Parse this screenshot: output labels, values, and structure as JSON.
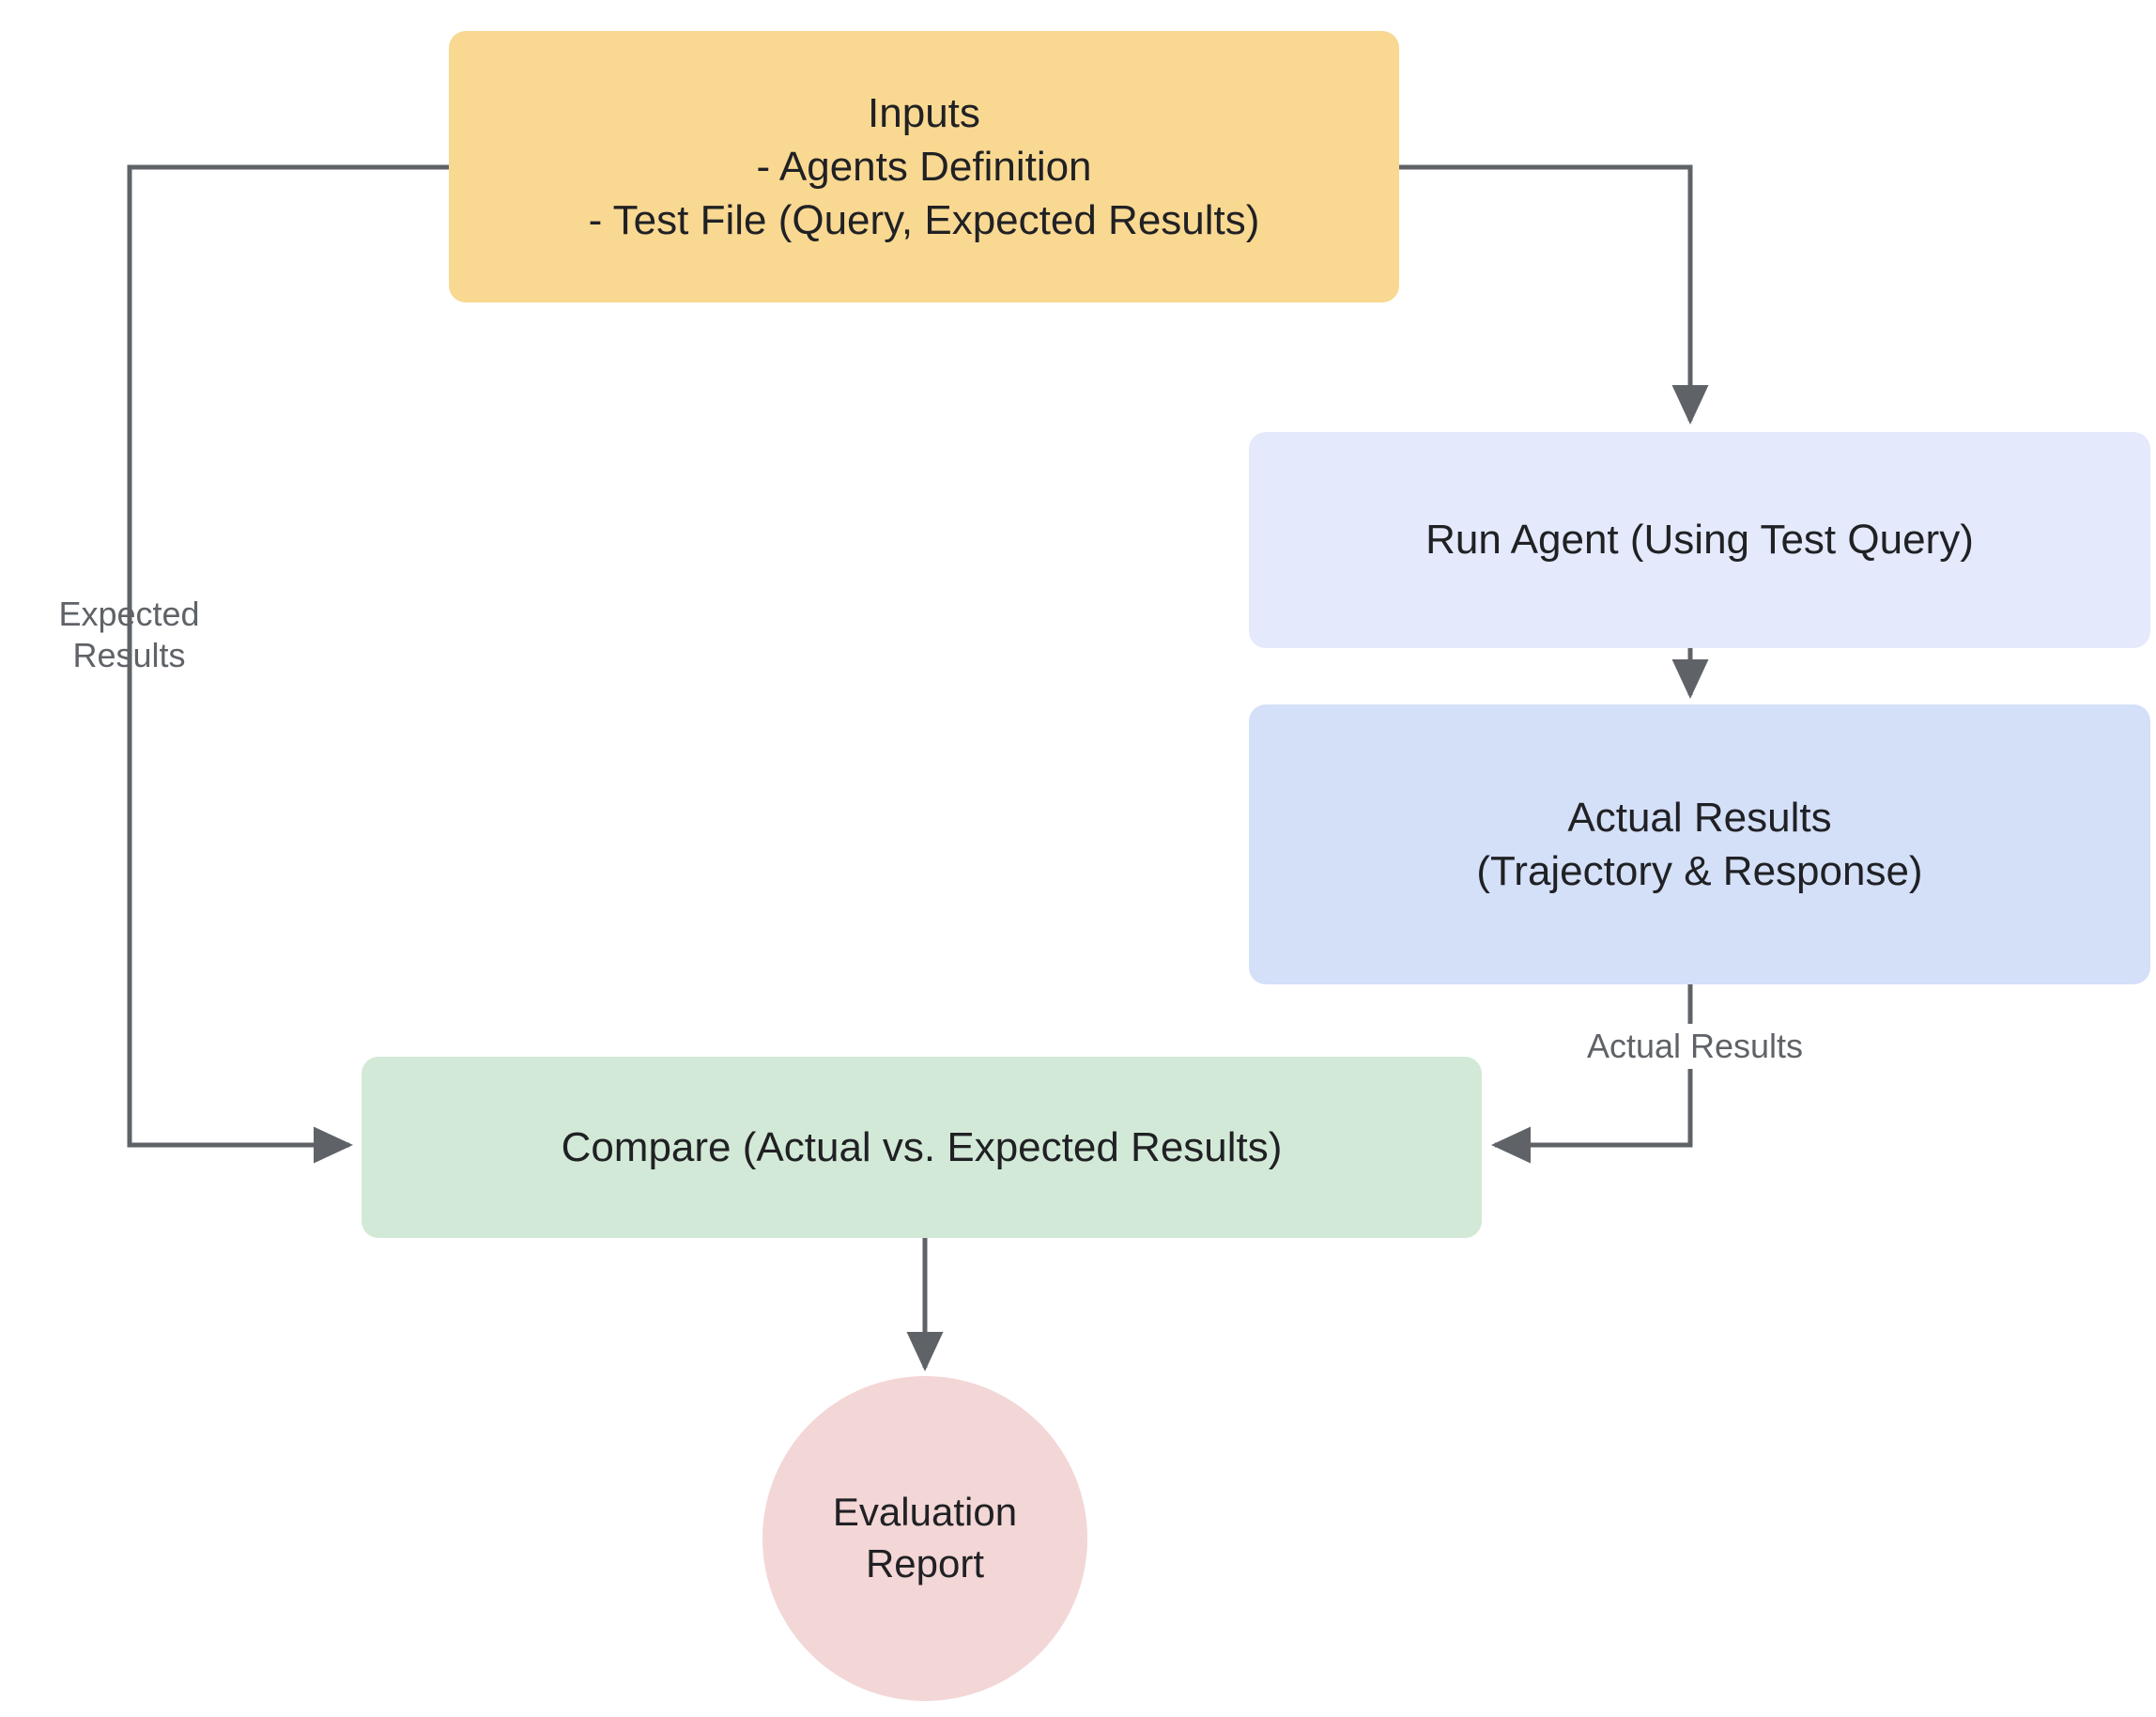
{
  "diagram": {
    "title": "Agent Evaluation Flow",
    "background": "#ffffff",
    "edge_color": "#5f6368",
    "edge_label_color": "#5f6368",
    "node_text_color": "#202124"
  },
  "nodes": {
    "inputs": {
      "label": "Inputs\n- Agents Definition\n- Test File (Query, Expected Results)",
      "shape": "rounded-rect",
      "fill": "#f9d892"
    },
    "run_agent": {
      "label": "Run Agent (Using Test Query)",
      "shape": "rounded-rect",
      "fill": "#e4e9fb"
    },
    "actual_results": {
      "label": "Actual Results\n(Trajectory & Response)",
      "shape": "rounded-rect",
      "fill": "#d4dff8"
    },
    "compare": {
      "label": "Compare (Actual vs. Expected Results)",
      "shape": "rounded-rect",
      "fill": "#d3e9d7"
    },
    "evaluation_report": {
      "label": "Evaluation\nReport",
      "shape": "circle",
      "fill": "#f3d6d6"
    }
  },
  "edge_labels": {
    "expected_results": "Expected\nResults",
    "actual_results": "Actual Results"
  },
  "edges": [
    {
      "from": "inputs",
      "to": "compare",
      "label": "Expected Results",
      "routing": "left-elbow"
    },
    {
      "from": "inputs",
      "to": "run_agent",
      "label": "",
      "routing": "right-elbow"
    },
    {
      "from": "run_agent",
      "to": "actual_results",
      "label": "",
      "routing": "straight-down"
    },
    {
      "from": "actual_results",
      "to": "compare",
      "label": "Actual Results",
      "routing": "right-elbow"
    },
    {
      "from": "compare",
      "to": "evaluation_report",
      "label": "",
      "routing": "straight-down"
    }
  ]
}
